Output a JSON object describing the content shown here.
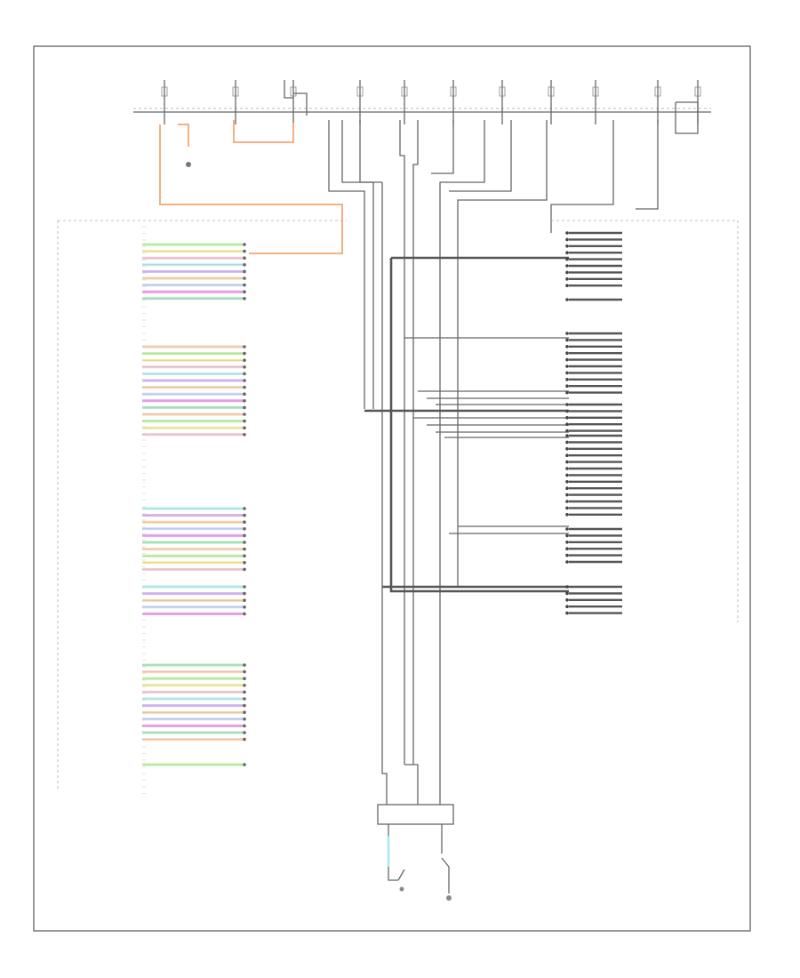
{
  "figure_id": "",
  "top_components": [
    {
      "id": "t1",
      "label": ""
    },
    {
      "id": "t2",
      "label": ""
    },
    {
      "id": "t3",
      "label": ""
    },
    {
      "id": "t4",
      "label": ""
    },
    {
      "id": "t5",
      "label": ""
    },
    {
      "id": "t6",
      "label": ""
    },
    {
      "id": "t7",
      "label": ""
    },
    {
      "id": "t8",
      "label": ""
    },
    {
      "id": "t9",
      "label": ""
    },
    {
      "id": "t10",
      "label": ""
    },
    {
      "id": "t11",
      "label": ""
    }
  ],
  "module_labels": {
    "left": "",
    "right": "",
    "bottom": ""
  },
  "colors": {
    "frame": "#555555",
    "wire": "#666666",
    "power_wire": "#f4b183",
    "stripes": [
      "#b9f5a3",
      "#f5ee9a",
      "#f7c8d8",
      "#b5f0f0",
      "#d6b3f5",
      "#f7d7a8",
      "#c9d7f7",
      "#ee99ee",
      "#a8e8c0",
      "#ffd2b0"
    ]
  }
}
